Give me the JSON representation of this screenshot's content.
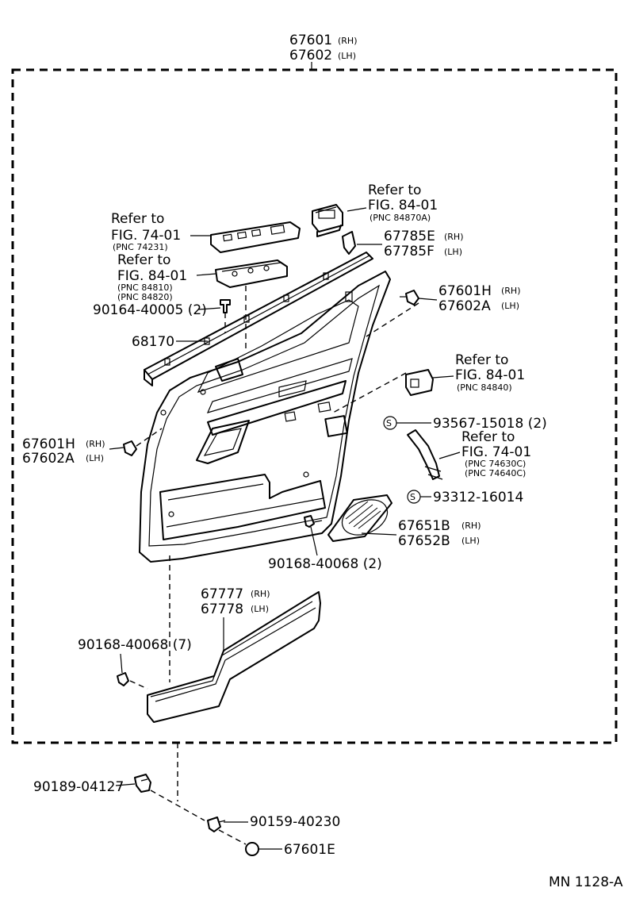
{
  "diagram": {
    "assembly": {
      "part_rh": "67601",
      "side_rh": "(RH)",
      "part_lh": "67602",
      "side_lh": "(LH)"
    },
    "labels": [
      {
        "id": "ref-fig-84-01-a",
        "lines": [
          "Refer to",
          "FIG. 84-01"
        ],
        "sub": [
          "(PNC 84870A)"
        ]
      },
      {
        "id": "ref-fig-74-01-a",
        "lines": [
          "Refer to",
          "FIG. 74-01"
        ],
        "sub": [
          "(PNC 74231)"
        ]
      },
      {
        "id": "ref-fig-84-01-b",
        "lines": [
          "Refer to",
          "FIG. 84-01"
        ],
        "sub": [
          "(PNC 84810)",
          "(PNC 84820)"
        ]
      },
      {
        "id": "ref-fig-84-01-c",
        "lines": [
          "Refer to",
          "FIG. 84-01"
        ],
        "sub": [
          "(PNC 84840)"
        ]
      },
      {
        "id": "ref-fig-74-01-b",
        "lines": [
          "Refer to",
          "FIG. 74-01"
        ],
        "sub": [
          "(PNC 74630C)",
          "(PNC 74640C)"
        ]
      }
    ],
    "parts": {
      "p67785E": "67785E",
      "p67785F": "67785F",
      "p67601H_r": "67601H",
      "p67602A_r": "67602A",
      "p90164": "90164-40005 (2)",
      "p68170": "68170",
      "p67601H_l": "67601H",
      "p67602A_l": "67602A",
      "p93567": "93567-15018 (2)",
      "p93312": "93312-16014",
      "p67651B": "67651B",
      "p67652B": "67652B",
      "p90168a": "90168-40068 (2)",
      "p67777": "67777",
      "p67778": "67778",
      "p90168b": "90168-40068 (7)",
      "p90189": "90189-04127",
      "p90159": "90159-40230",
      "p67601E": "67601E",
      "rh": "(RH)",
      "lh": "(LH)",
      "s": "S"
    },
    "footer": "MN 1128-A"
  }
}
